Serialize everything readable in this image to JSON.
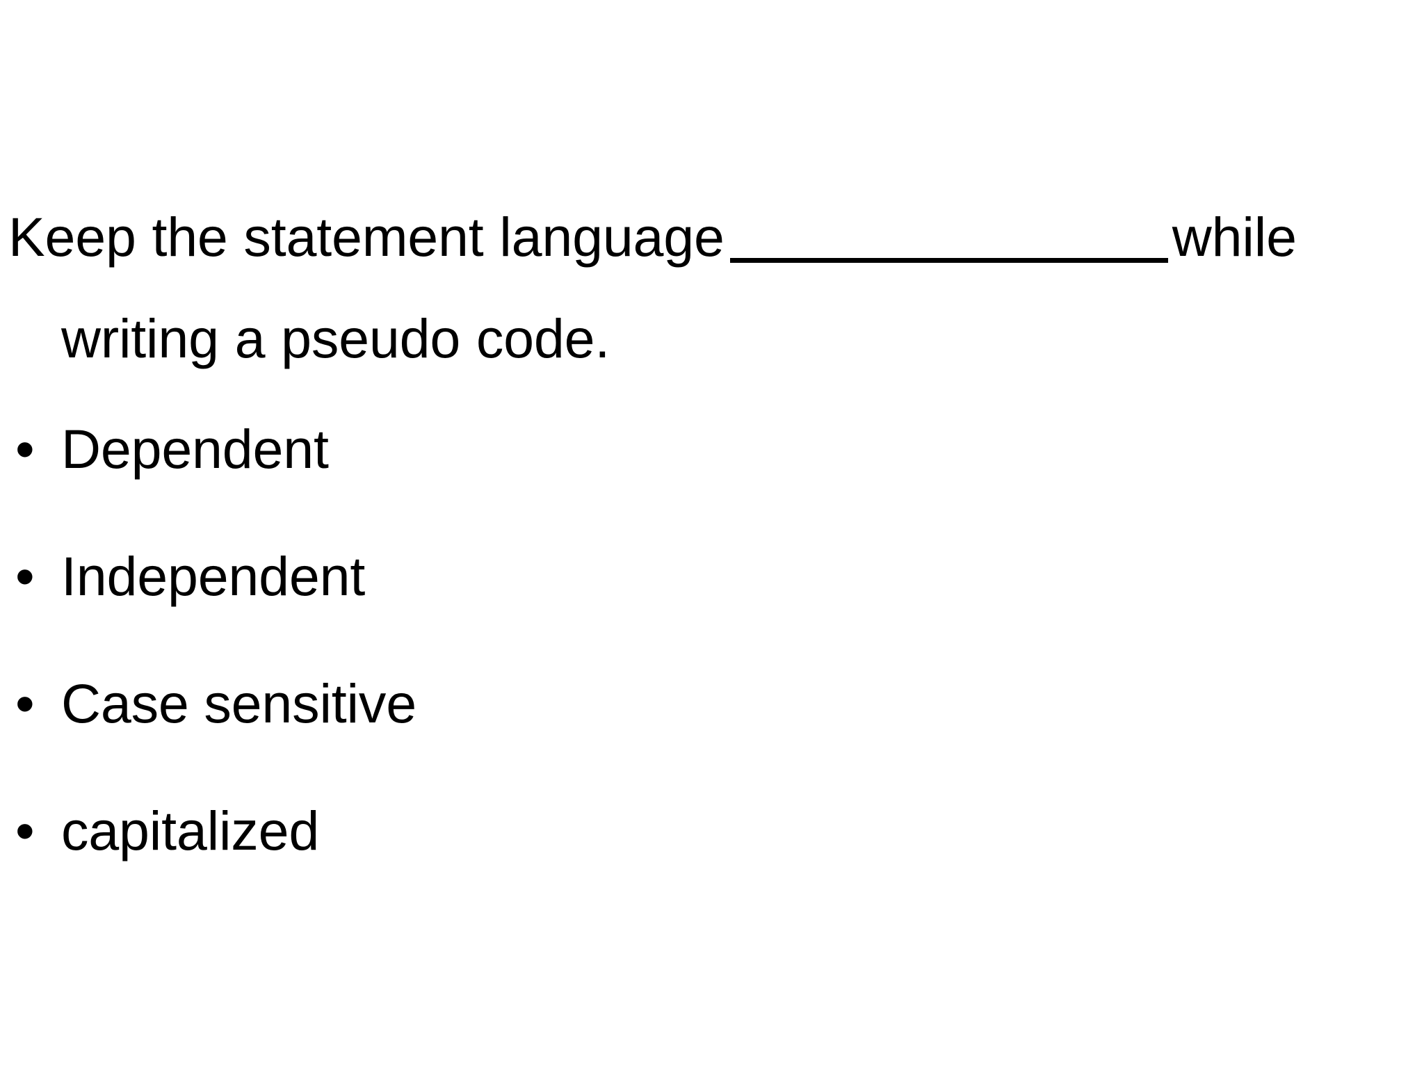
{
  "slide": {
    "background_color": "#ffffff",
    "text_color": "#000000",
    "lead_paragraph": {
      "text_before_blank": "Keep the statement language",
      "blank": "______________",
      "text_after_blank": "while writing a pseudo code.",
      "full_text": "Keep the statement language ______________ while writing a pseudo code."
    },
    "bullets": [
      {
        "glyph": "•",
        "label": "Dependent"
      },
      {
        "glyph": "•",
        "label": "Independent"
      },
      {
        "glyph": "•",
        "label": "Case sensitive"
      },
      {
        "glyph": "•",
        "label": "capitalized"
      }
    ]
  }
}
